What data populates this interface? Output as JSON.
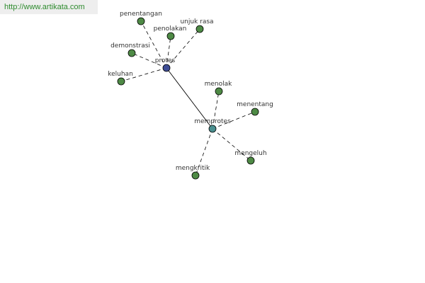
{
  "banner": {
    "url_text": "http://www.artikata.com"
  },
  "colors": {
    "leaf": "#4e8a45",
    "root": "#3e4d96",
    "sub": "#4a8f8f",
    "banner_text": "#2e8b2e"
  },
  "graph": {
    "nodes": [
      {
        "id": "protes",
        "label": "protes",
        "kind": "root"
      },
      {
        "id": "memprotes",
        "label": "memprotes",
        "kind": "sub"
      },
      {
        "id": "penentangan",
        "label": "penentangan",
        "kind": "leaf"
      },
      {
        "id": "penolakan",
        "label": "penolakan",
        "kind": "leaf"
      },
      {
        "id": "unjuk-rasa",
        "label": "unjuk rasa",
        "kind": "leaf"
      },
      {
        "id": "demonstrasi",
        "label": "demonstrasi",
        "kind": "leaf"
      },
      {
        "id": "keluhan",
        "label": "keluhan",
        "kind": "leaf"
      },
      {
        "id": "menolak",
        "label": "menolak",
        "kind": "leaf"
      },
      {
        "id": "menentang",
        "label": "menentang",
        "kind": "leaf"
      },
      {
        "id": "mengeluh",
        "label": "mengeluh",
        "kind": "leaf"
      },
      {
        "id": "mengkritik",
        "label": "mengkritik",
        "kind": "leaf"
      }
    ],
    "edges": [
      {
        "from": "protes",
        "to": "memprotes",
        "style": "solid"
      },
      {
        "from": "protes",
        "to": "penentangan",
        "style": "dashed"
      },
      {
        "from": "protes",
        "to": "penolakan",
        "style": "dashed"
      },
      {
        "from": "protes",
        "to": "unjuk-rasa",
        "style": "dashed"
      },
      {
        "from": "protes",
        "to": "demonstrasi",
        "style": "dashed"
      },
      {
        "from": "protes",
        "to": "keluhan",
        "style": "dashed"
      },
      {
        "from": "memprotes",
        "to": "menolak",
        "style": "dashed"
      },
      {
        "from": "memprotes",
        "to": "menentang",
        "style": "dashed"
      },
      {
        "from": "memprotes",
        "to": "mengeluh",
        "style": "dashed"
      },
      {
        "from": "memprotes",
        "to": "mengkritik",
        "style": "dashed"
      }
    ]
  }
}
